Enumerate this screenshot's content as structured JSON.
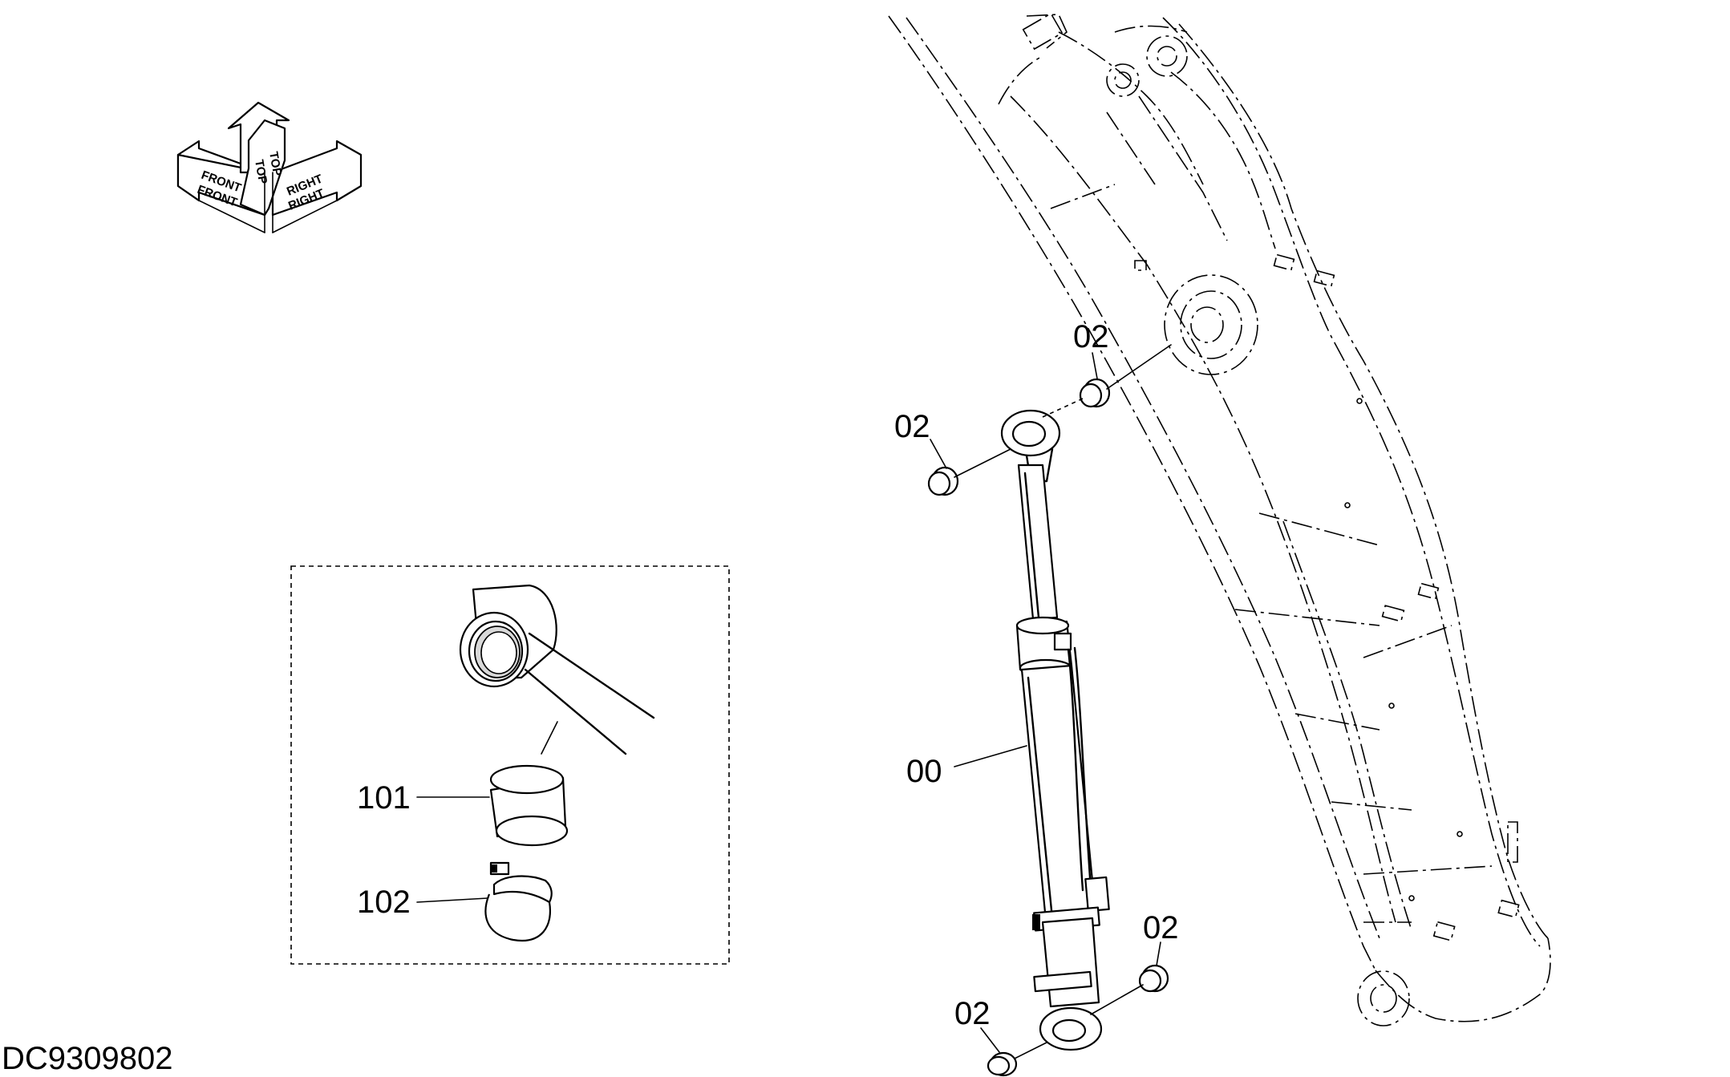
{
  "drawing_code": "DC9309802",
  "orientation": {
    "front": "FRONT",
    "top": "TOP",
    "right": "RIGHT"
  },
  "callouts": {
    "cylinder": "00",
    "pin_bushing_top_right": "02",
    "pin_bushing_top_left": "02",
    "pin_bushing_bottom_right": "02",
    "pin_bushing_bottom_left": "02",
    "bushing": "101",
    "retaining_ring": "102"
  }
}
